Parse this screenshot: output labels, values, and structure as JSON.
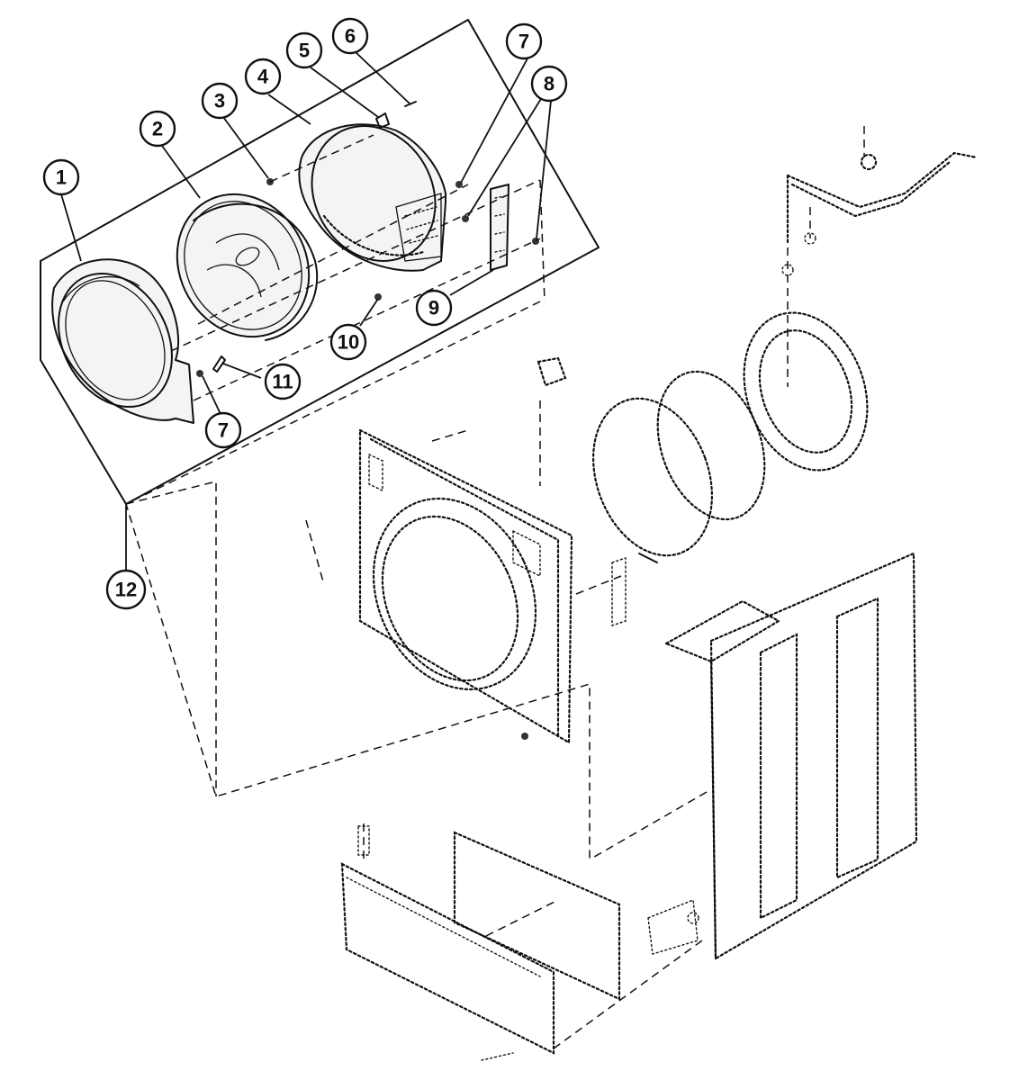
{
  "callouts": [
    {
      "id": "1",
      "label": "1"
    },
    {
      "id": "2",
      "label": "2"
    },
    {
      "id": "3",
      "label": "3"
    },
    {
      "id": "4",
      "label": "4"
    },
    {
      "id": "5",
      "label": "5"
    },
    {
      "id": "6",
      "label": "6"
    },
    {
      "id": "7a",
      "label": "7"
    },
    {
      "id": "8",
      "label": "8"
    },
    {
      "id": "9",
      "label": "9"
    },
    {
      "id": "10",
      "label": "10"
    },
    {
      "id": "11",
      "label": "11"
    },
    {
      "id": "7b",
      "label": "7"
    },
    {
      "id": "12",
      "label": "12"
    }
  ]
}
